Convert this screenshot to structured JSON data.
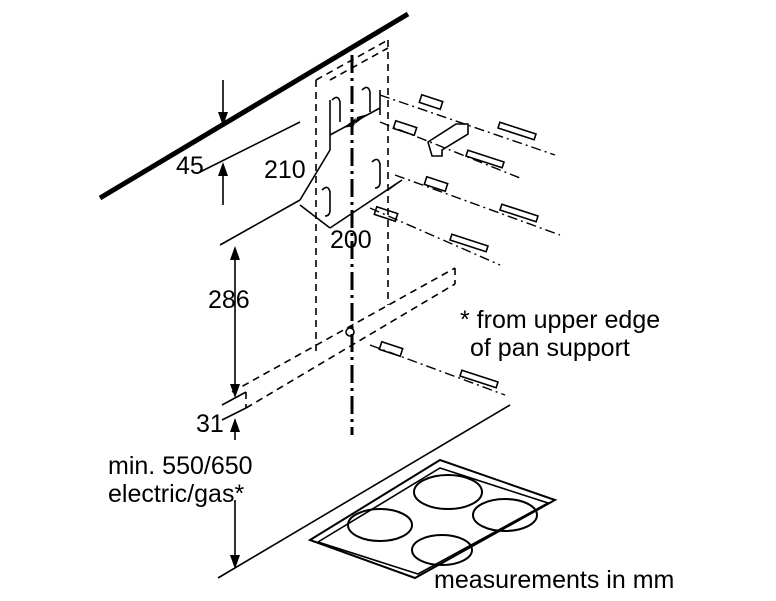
{
  "dimensions": {
    "d45": "45",
    "d210": "210",
    "d200": "200",
    "d286": "286",
    "d31": "31",
    "min_height_line1": "min. 550/650",
    "min_height_line2": "electric/gas*"
  },
  "notes": {
    "upper_edge_line1": "* from upper edge",
    "upper_edge_line2": "of pan support",
    "units": "measurements in mm"
  },
  "colors": {
    "ink": "#000000",
    "background": "#ffffff"
  }
}
